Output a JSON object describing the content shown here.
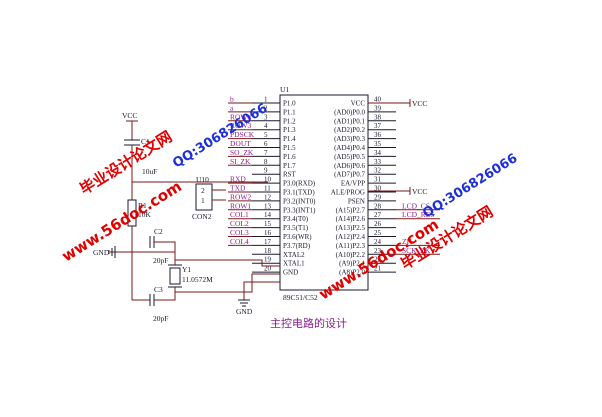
{
  "chip": {
    "ref": "U1",
    "model": "89C51/C52",
    "left_pins": [
      {
        "num": "1",
        "name": "P1.0"
      },
      {
        "num": "2",
        "name": "P1.1"
      },
      {
        "num": "3",
        "name": "P1.2"
      },
      {
        "num": "4",
        "name": "P1.3"
      },
      {
        "num": "5",
        "name": "P1.4"
      },
      {
        "num": "6",
        "name": "P1.5"
      },
      {
        "num": "7",
        "name": "P1.6"
      },
      {
        "num": "8",
        "name": "P1.7"
      },
      {
        "num": "9",
        "name": "RST"
      },
      {
        "num": "10",
        "name": "P3.0(RXD)"
      },
      {
        "num": "11",
        "name": "P3.1(TXD)"
      },
      {
        "num": "12",
        "name": "P3.2(INT0)"
      },
      {
        "num": "13",
        "name": "P3.3(INT1)"
      },
      {
        "num": "14",
        "name": "P3.4(T0)"
      },
      {
        "num": "15",
        "name": "P3.5(T1)"
      },
      {
        "num": "16",
        "name": "P3.6(WR)"
      },
      {
        "num": "17",
        "name": "P3.7(RD)"
      },
      {
        "num": "18",
        "name": "XTAL2"
      },
      {
        "num": "19",
        "name": "XTAL1"
      },
      {
        "num": "20",
        "name": "GND"
      }
    ],
    "right_pins": [
      {
        "num": "40",
        "name": "VCC"
      },
      {
        "num": "39",
        "name": "(AD0)P0.0"
      },
      {
        "num": "38",
        "name": "(AD1)P0.1"
      },
      {
        "num": "37",
        "name": "(AD2)P0.2"
      },
      {
        "num": "36",
        "name": "(AD3)P0.3"
      },
      {
        "num": "35",
        "name": "(AD4)P0.4"
      },
      {
        "num": "34",
        "name": "(AD5)P0.5"
      },
      {
        "num": "33",
        "name": "(AD6)P0.6"
      },
      {
        "num": "32",
        "name": "(AD7)P0.7"
      },
      {
        "num": "31",
        "name": "EA/VPP"
      },
      {
        "num": "30",
        "name": "ALE/PROG"
      },
      {
        "num": "29",
        "name": "PSEN"
      },
      {
        "num": "28",
        "name": "(A15)P2.7"
      },
      {
        "num": "27",
        "name": "(A14)P2.6"
      },
      {
        "num": "26",
        "name": "(A13)P2.5"
      },
      {
        "num": "25",
        "name": "(A12)P2.4"
      },
      {
        "num": "24",
        "name": "(A11)P2.3"
      },
      {
        "num": "23",
        "name": "(A10)P2.2"
      },
      {
        "num": "22",
        "name": "(A9)P2.1"
      },
      {
        "num": "21",
        "name": "(A8)P2.0"
      }
    ]
  },
  "left_nets": [
    "b",
    "a",
    "ROW4",
    "ROW3",
    "PDSCK",
    "DOUT",
    "SO_ZK",
    "SI_ZK",
    "",
    "RXD",
    "TXD",
    "ROW2",
    "ROW1",
    "COL1",
    "COL2",
    "COL3",
    "COL4"
  ],
  "right_nets": [
    "LCD_CS",
    "LCD_RES",
    "",
    "",
    "ZK",
    "SCK_ZK"
  ],
  "power": {
    "vcc": "VCC",
    "gnd": "GND"
  },
  "components": {
    "c1_ref": "C1",
    "c1_val": "10uF",
    "r1_ref": "R1",
    "r1_val": "10K",
    "c2_ref": "C2",
    "c2_val": "20pF",
    "c3_ref": "C3",
    "c3_val": "20pF",
    "y1_ref": "Y1",
    "y1_val": "11.0572M",
    "u10_ref": "U10",
    "u10_model": "CON2",
    "u10_pin2": "2",
    "u10_pin1": "1"
  },
  "caption": "主控电路的设计",
  "watermarks": {
    "site": "www.56doc.com",
    "title": "毕业设计论文网",
    "qq": "QQ:306826066"
  },
  "colors": {
    "wire": "#7a1a1a",
    "net": "#8a1f8a",
    "wm_red": "#e00000",
    "wm_blue": "#1d2fd6"
  }
}
